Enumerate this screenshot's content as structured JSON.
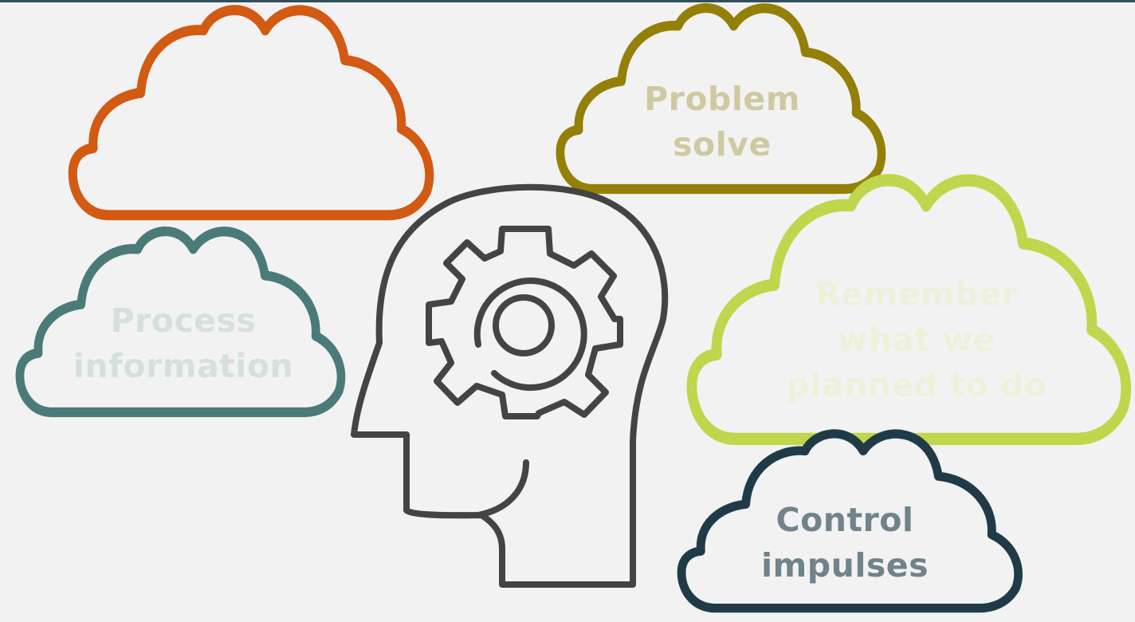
{
  "clouds": [
    {
      "id": "top-left",
      "text": "",
      "stroke_color": "#d35a12",
      "text_color": "#d35a12"
    },
    {
      "id": "problem-solve",
      "text": "Problem\nsolve",
      "stroke_color": "#948006",
      "text_color": "#cfc9a1"
    },
    {
      "id": "process-information",
      "text": "Process\ninformation",
      "stroke_color": "#4a7b78",
      "text_color": "#d5e0de"
    },
    {
      "id": "remember",
      "text": "Remember\nwhat we\nplanned to do",
      "stroke_color": "#bfd64d",
      "text_color": "#eef1da"
    },
    {
      "id": "control-impulses",
      "text": "Control\nimpulses",
      "stroke_color": "#1f3b47",
      "text_color": "#71838a"
    }
  ],
  "head_icon": {
    "name": "head-gear-icon",
    "stroke_color": "#444444"
  },
  "background_color": "#f2f2f2"
}
